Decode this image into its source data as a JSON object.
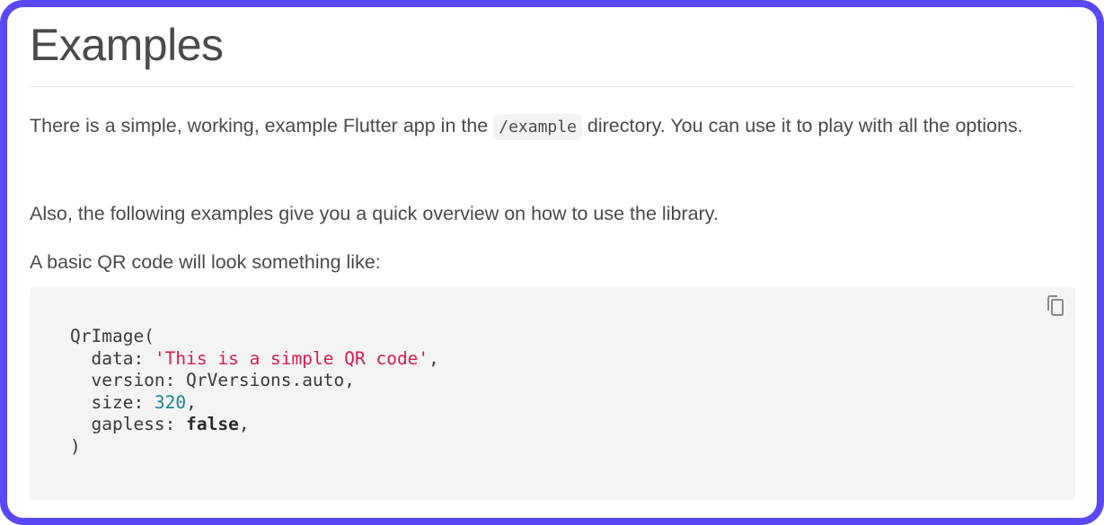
{
  "heading": "Examples",
  "paragraphs": {
    "p1_before": "There is a simple, working, example Flutter app in the ",
    "p1_code": "/example",
    "p1_after": " directory. You can use it to play with all the options.",
    "p2": "Also, the following examples give you a quick overview on how to use the library.",
    "p3": "A basic QR code will look something like:"
  },
  "code": {
    "line1": "QrImage(",
    "data_key": "  data: ",
    "data_value": "'This is a simple QR code'",
    "data_end": ",",
    "version_line": "  version: QrVersions.auto,",
    "size_key": "  size: ",
    "size_value": "320",
    "size_end": ",",
    "gapless_key": "  gapless: ",
    "gapless_value": "false",
    "gapless_end": ",",
    "close": ")"
  },
  "copy_button": {
    "icon": "copy-icon"
  },
  "colors": {
    "frame": "#5a48f5",
    "text": "#4a4a4a",
    "code_bg": "#f4f4f5",
    "string": "#d81b4b",
    "number": "#16878f"
  }
}
